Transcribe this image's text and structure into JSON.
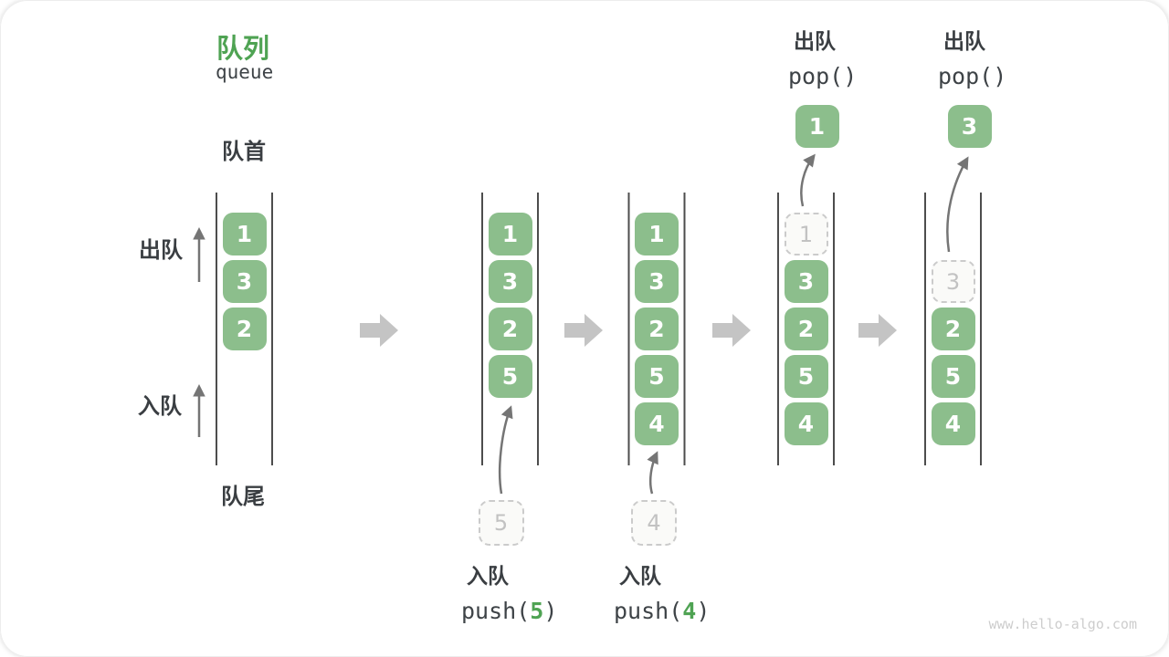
{
  "page": {
    "watermark": "www.hello-algo.com"
  },
  "title": {
    "zh": "队列",
    "en": "queue"
  },
  "side_labels": {
    "front": "队首",
    "rear": "队尾",
    "dequeue": "出队",
    "enqueue": "入队"
  },
  "colors": {
    "accent_green": "#4fa353",
    "box_green": "#8cbe8c",
    "box_text": "#ffffff",
    "ghost_border": "#cbcbcb",
    "ghost_text": "#c2c2c2",
    "ghost_bg": "#fafaf8",
    "label_ink": "#3a3e42",
    "code_ink": "#3e4347",
    "rail": "#4d4d4d",
    "thin_arrow": "#757575",
    "block_arrow": "#c4c4c4",
    "watermark": "#cdcdcd"
  },
  "icons": {
    "step_arrow": "right-block-arrow",
    "dequeue_arrow": "thin-up-arrow",
    "enqueue_arrow": "thin-up-arrow",
    "transfer_arrow": "curved-up-arrow"
  },
  "columns": [
    {
      "name": "state-initial",
      "slots": [
        {
          "v": "1",
          "kind": "solid"
        },
        {
          "v": "3",
          "kind": "solid"
        },
        {
          "v": "2",
          "kind": "solid"
        },
        null,
        null
      ]
    },
    {
      "name": "state-after-push-5",
      "slots": [
        {
          "v": "1",
          "kind": "solid"
        },
        {
          "v": "3",
          "kind": "solid"
        },
        {
          "v": "2",
          "kind": "solid"
        },
        {
          "v": "5",
          "kind": "solid"
        },
        null
      ],
      "incoming_value": "5",
      "op_bottom": {
        "action": "入队",
        "code_pre": "push(",
        "code_arg": "5",
        "code_post": ")"
      }
    },
    {
      "name": "state-after-push-4",
      "slots": [
        {
          "v": "1",
          "kind": "solid"
        },
        {
          "v": "3",
          "kind": "solid"
        },
        {
          "v": "2",
          "kind": "solid"
        },
        {
          "v": "5",
          "kind": "solid"
        },
        {
          "v": "4",
          "kind": "solid"
        }
      ],
      "incoming_value": "4",
      "op_bottom": {
        "action": "入队",
        "code_pre": "push(",
        "code_arg": "4",
        "code_post": ")"
      }
    },
    {
      "name": "state-after-pop-1",
      "slots": [
        {
          "v": "1",
          "kind": "ghost"
        },
        {
          "v": "3",
          "kind": "solid"
        },
        {
          "v": "2",
          "kind": "solid"
        },
        {
          "v": "5",
          "kind": "solid"
        },
        {
          "v": "4",
          "kind": "solid"
        }
      ],
      "popped_value": "1",
      "op_top": {
        "action": "出队",
        "code": "pop()"
      }
    },
    {
      "name": "state-after-pop-3",
      "slots": [
        null,
        {
          "v": "3",
          "kind": "ghost"
        },
        {
          "v": "2",
          "kind": "solid"
        },
        {
          "v": "5",
          "kind": "solid"
        },
        {
          "v": "4",
          "kind": "solid"
        }
      ],
      "popped_value": "3",
      "op_top": {
        "action": "出队",
        "code": "pop()"
      }
    }
  ]
}
